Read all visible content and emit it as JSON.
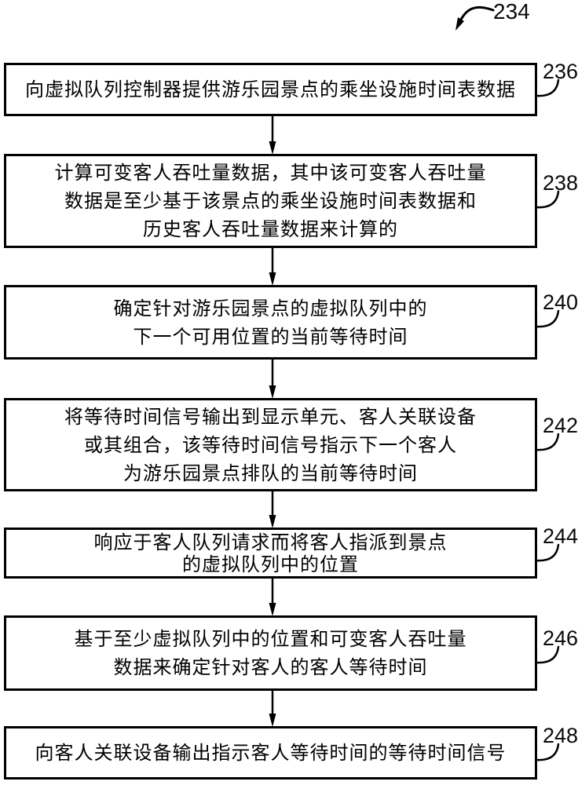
{
  "figure": {
    "ref": "234",
    "line_color": "#000000",
    "background": "#ffffff"
  },
  "steps": [
    {
      "ref": "236",
      "text": "向虚拟队列控制器提供游乐园景点的乘坐设施时间表数据"
    },
    {
      "ref": "238",
      "text": "计算可变客人吞吐量数据，其中该可变客人吞吐量\n数据是至少基于该景点的乘坐设施时间表数据和\n历史客人吞吐量数据来计算的"
    },
    {
      "ref": "240",
      "text": "确定针对游乐园景点的虚拟队列中的\n下一个可用位置的当前等待时间"
    },
    {
      "ref": "242",
      "text": "将等待时间信号输出到显示单元、客人关联设备\n或其组合，该等待时间信号指示下一个客人\n为游乐园景点排队的当前等待时间"
    },
    {
      "ref": "244",
      "text": "响应于客人队列请求而将客人指派到景点\n的虚拟队列中的位置"
    },
    {
      "ref": "246",
      "text": "基于至少虚拟队列中的位置和可变客人吞吐量\n数据来确定针对客人的客人等待时间"
    },
    {
      "ref": "248",
      "text": "向客人关联设备输出指示客人等待时间的等待时间信号"
    }
  ]
}
